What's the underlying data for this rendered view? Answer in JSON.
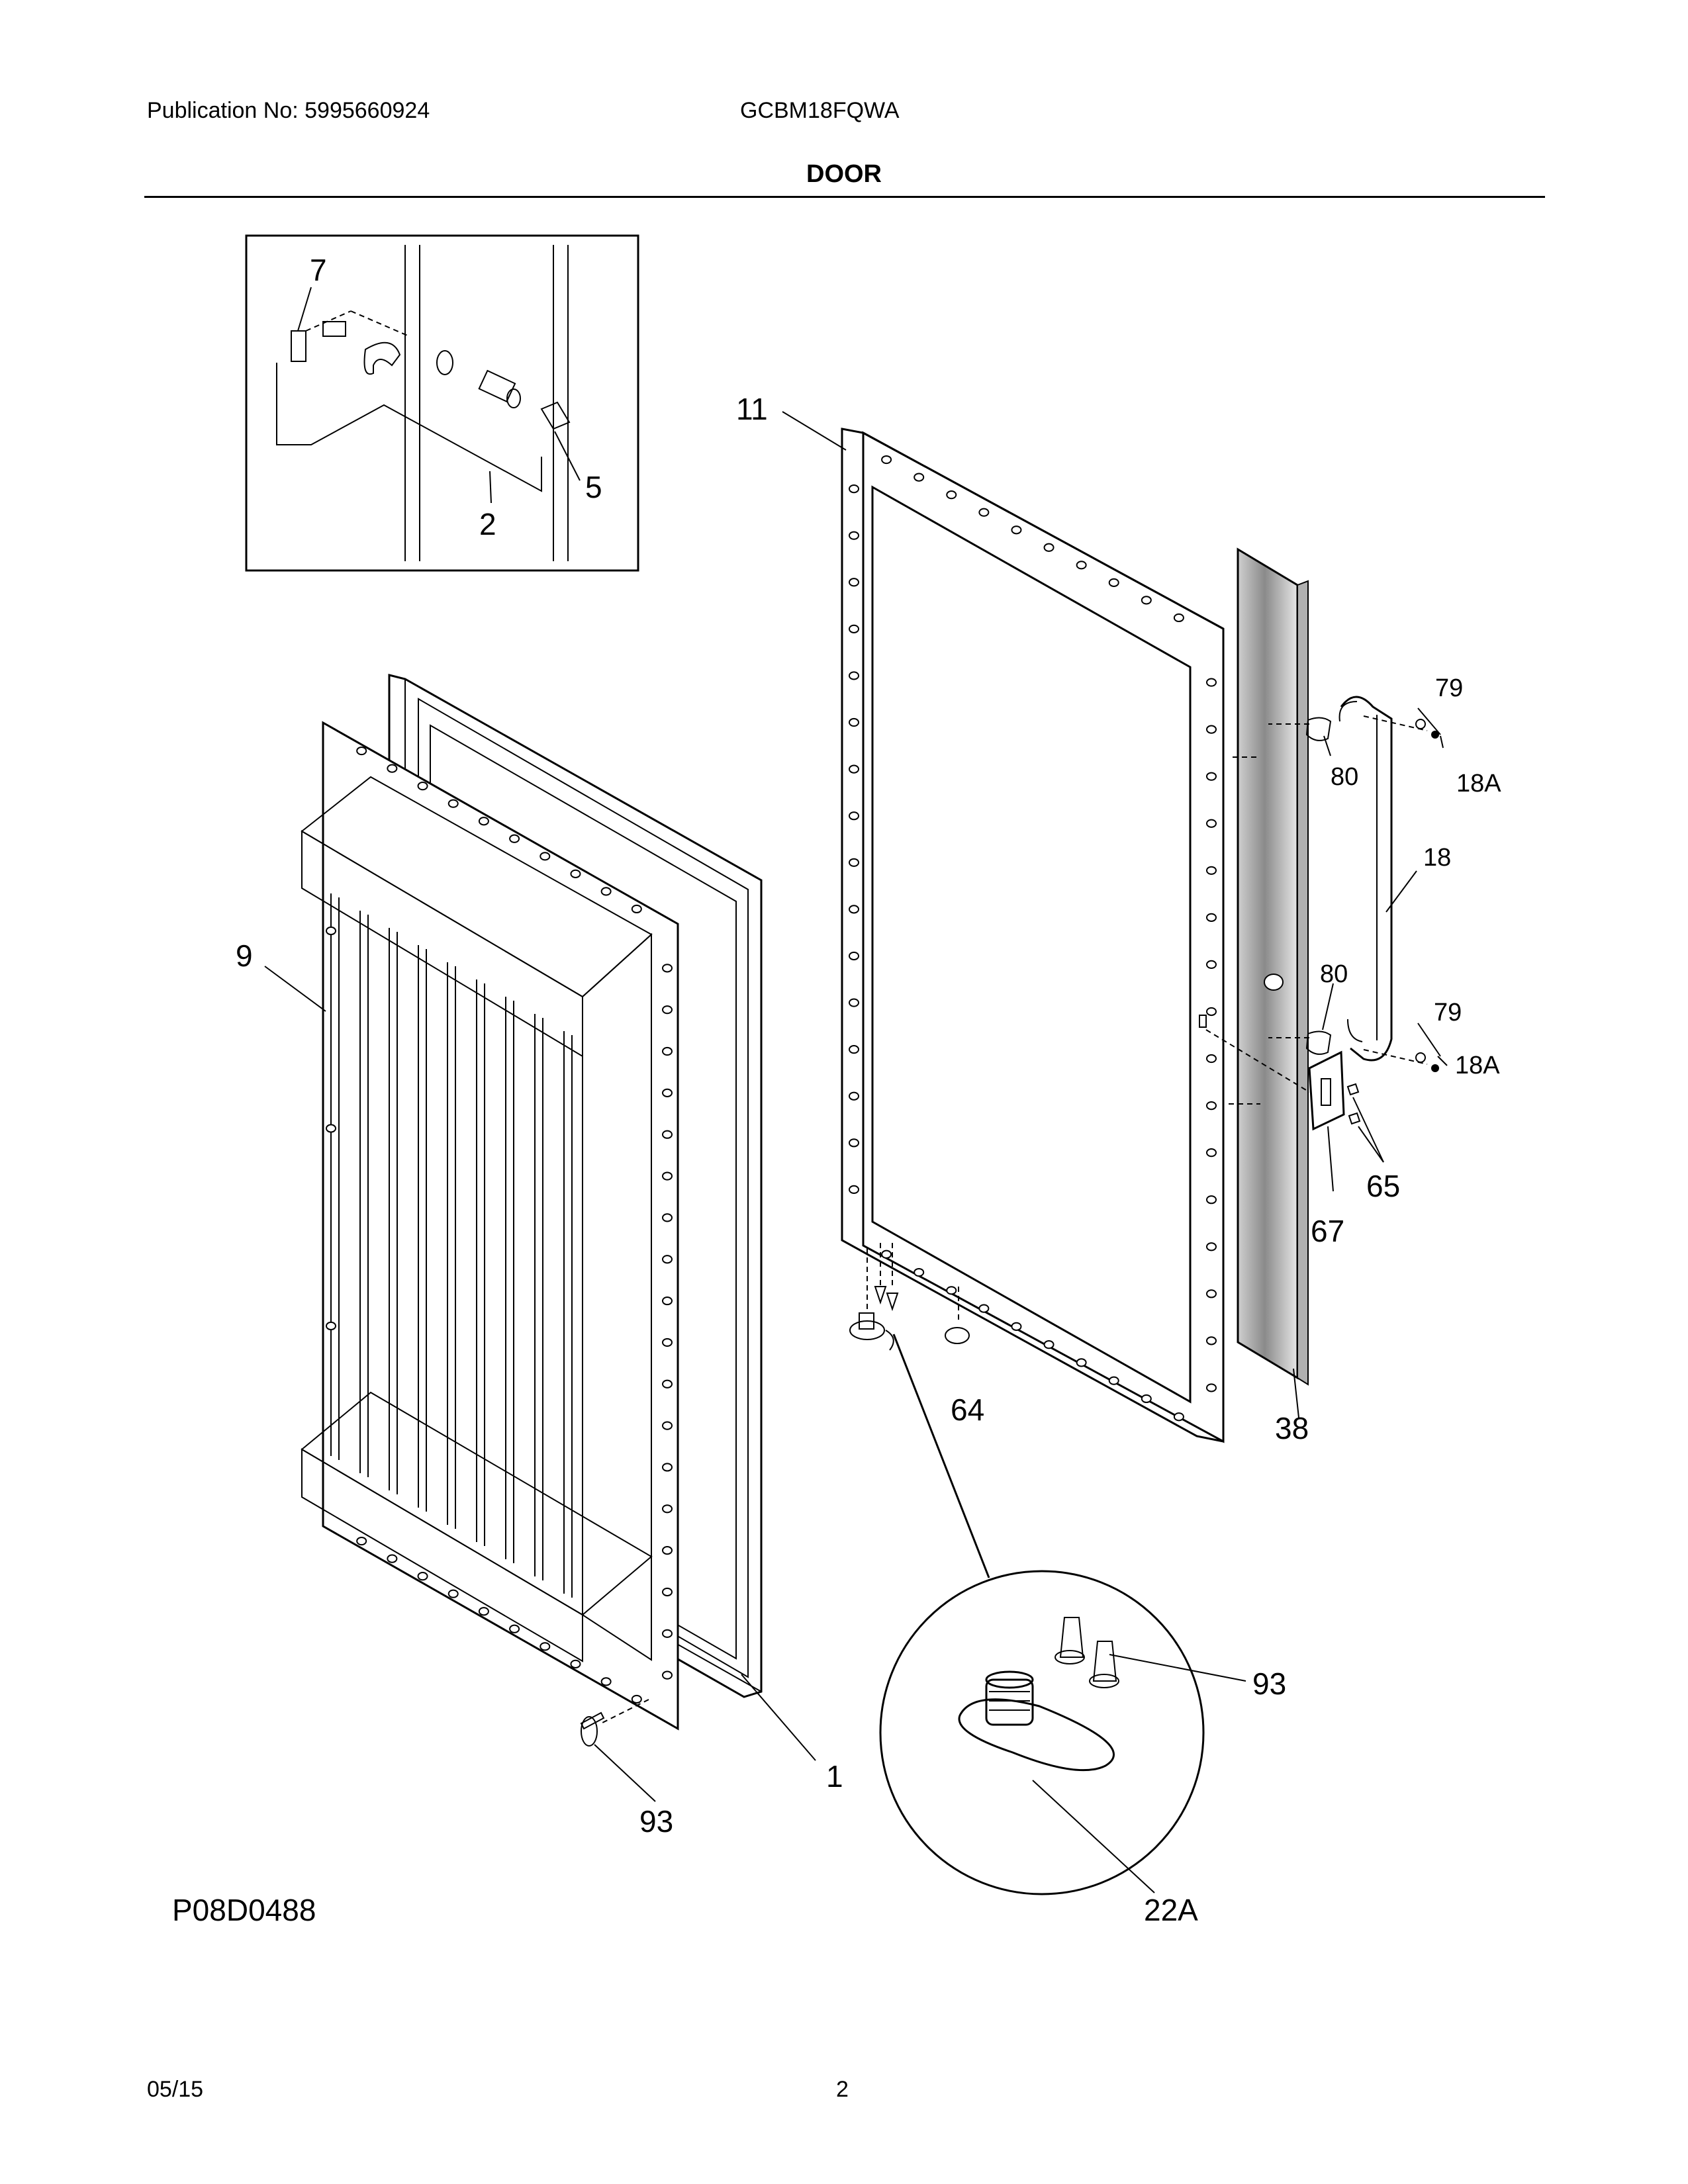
{
  "header": {
    "publication": "Publication No: 5995660924",
    "model": "GCBM18FQWA",
    "title": "DOOR"
  },
  "callouts": {
    "c7": "7",
    "c5": "5",
    "c2": "2",
    "c11": "11",
    "c79a": "79",
    "c18Aa": "18A",
    "c80a": "80",
    "c18": "18",
    "c9": "9",
    "c80b": "80",
    "c79b": "79",
    "c18Ab": "18A",
    "c65": "65",
    "c67": "67",
    "c64": "64",
    "c38": "38",
    "c93a": "93",
    "c1": "1",
    "c93b": "93",
    "c22A": "22A"
  },
  "diagram_code": "P08D0488",
  "footer": {
    "date": "05/15",
    "page": "2"
  }
}
